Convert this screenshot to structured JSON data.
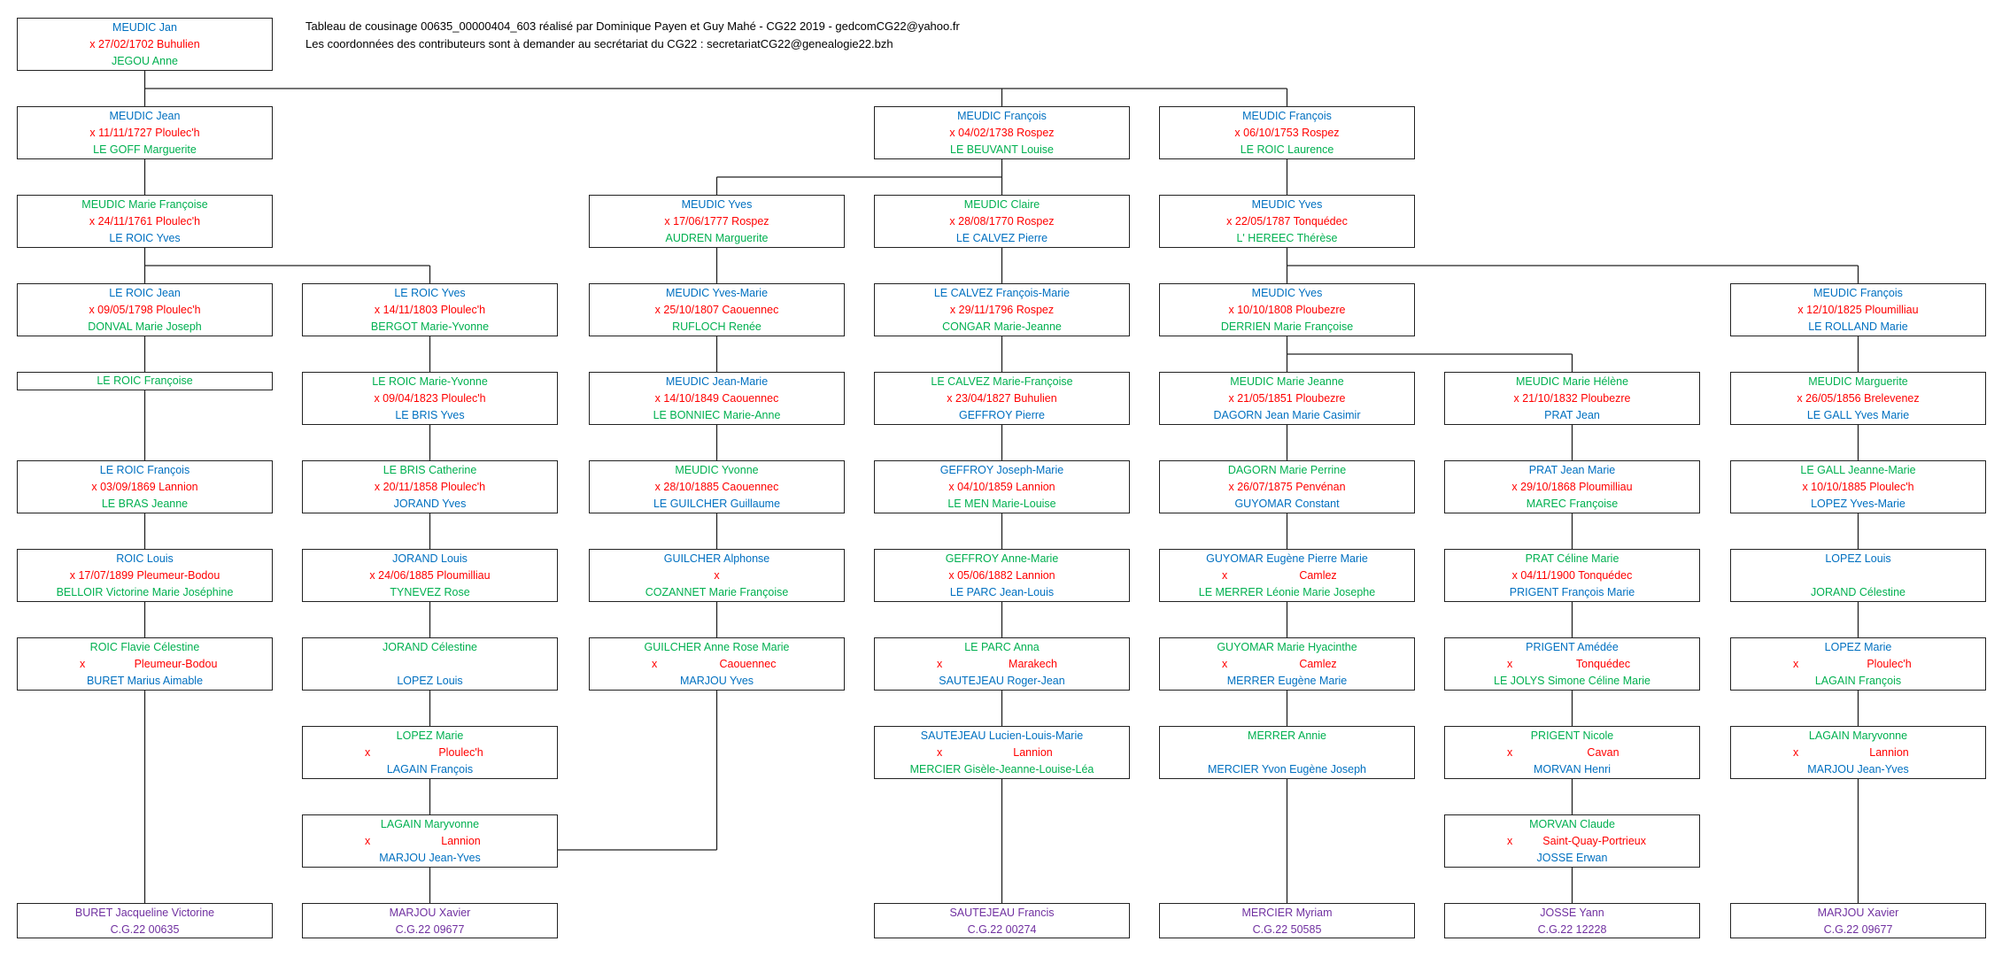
{
  "header": {
    "line1": "Tableau de cousinage 00635_00000404_603 réalisé par Dominique Payen et Guy Mahé - CG22 2019 - gedcomCG22@yahoo.fr",
    "line2": "Les coordonnées des contributeurs sont à demander au secrétariat du CG22 :  secretariatCG22@genealogie22.bzh"
  },
  "colors": {
    "blue": "#0070c0",
    "green": "#00b050",
    "red": "#ff0000",
    "purple": "#7030a0"
  },
  "root": {
    "p1": "MEUDIC Jan",
    "m": "x 27/02/1702 Buhulien",
    "p2": "JEGOU Anne"
  },
  "row2": [
    {
      "p1": "MEUDIC Jean",
      "m": "x 11/11/1727 Ploulec'h",
      "p2": "LE GOFF Marguerite"
    },
    {
      "p1": "MEUDIC François",
      "m": "x 04/02/1738 Rospez",
      "p2": "LE BEUVANT Louise"
    },
    {
      "p1": "MEUDIC François",
      "m": "x 06/10/1753 Rospez",
      "p2": "LE ROIC Laurence"
    }
  ],
  "row3": [
    {
      "p1": "MEUDIC Marie Françoise",
      "m": "x 24/11/1761 Ploulec'h",
      "p2": "LE ROIC Yves"
    },
    {
      "p1": "MEUDIC Yves",
      "m": "x 17/06/1777 Rospez",
      "p2": "AUDREN Marguerite"
    },
    {
      "p1": "MEUDIC Claire",
      "m": "x 28/08/1770 Rospez",
      "p2": "LE CALVEZ Pierre"
    },
    {
      "p1": "MEUDIC Yves",
      "m": "x 22/05/1787 Tonquédec",
      "p2": "L' HEREEC Thérèse"
    }
  ],
  "row4": [
    {
      "p1": "LE ROIC Jean",
      "m": "x 09/05/1798 Ploulec'h",
      "p2": "DONVAL Marie Joseph"
    },
    {
      "p1": "LE ROIC Yves",
      "m": "x 14/11/1803 Ploulec'h",
      "p2": "BERGOT Marie-Yvonne"
    },
    {
      "p1": "MEUDIC Yves-Marie",
      "m": "x 25/10/1807 Caouennec",
      "p2": "RUFLOCH Renée"
    },
    {
      "p1": "LE CALVEZ François-Marie",
      "m": "x 29/11/1796 Rospez",
      "p2": "CONGAR Marie-Jeanne"
    },
    {
      "p1": "MEUDIC Yves",
      "m": "x 10/10/1808 Ploubezre",
      "p2": "DERRIEN Marie Françoise"
    },
    {
      "p1": "MEUDIC François",
      "m": "x 12/10/1825 Ploumilliau",
      "p2": "LE ROLLAND Marie"
    }
  ],
  "row5": [
    {
      "p1": "LE ROIC Françoise"
    },
    {
      "p1": "LE ROIC Marie-Yvonne",
      "m": "x 09/04/1823 Ploulec'h",
      "p2": "LE BRIS Yves"
    },
    {
      "p1": "MEUDIC Jean-Marie",
      "m": "x 14/10/1849 Caouennec",
      "p2": "LE BONNIEC Marie-Anne"
    },
    {
      "p1": "LE CALVEZ Marie-Françoise",
      "m": "x 23/04/1827 Buhulien",
      "p2": "GEFFROY Pierre"
    },
    {
      "p1": "MEUDIC Marie Jeanne",
      "m": "x 21/05/1851 Ploubezre",
      "p2": "DAGORN Jean Marie Casimir"
    },
    {
      "p1": "MEUDIC Marie Hélène",
      "m": "x 21/10/1832 Ploubezre",
      "p2": "PRAT Jean"
    },
    {
      "p1": "MEUDIC Marguerite",
      "m": "x 26/05/1856 Brelevenez",
      "p2": "LE GALL Yves Marie"
    }
  ],
  "row6": [
    {
      "p1": "LE ROIC François",
      "m": "x 03/09/1869 Lannion",
      "p2": "LE BRAS Jeanne"
    },
    {
      "p1": "LE BRIS Catherine",
      "m": "x 20/11/1858 Ploulec'h",
      "p2": "JORAND Yves"
    },
    {
      "p1": "MEUDIC Yvonne",
      "m": "x 28/10/1885 Caouennec",
      "p2": "LE GUILCHER Guillaume"
    },
    {
      "p1": "GEFFROY Joseph-Marie",
      "m": "x 04/10/1859 Lannion",
      "p2": "LE MEN Marie-Louise"
    },
    {
      "p1": "DAGORN Marie Perrine",
      "m": "x 26/07/1875 Penvénan",
      "p2": "GUYOMAR Constant"
    },
    {
      "p1": "PRAT Jean Marie",
      "m": "x 29/10/1868 Ploumilliau",
      "p2": "MAREC Françoise"
    },
    {
      "p1": "LE GALL Jeanne-Marie",
      "m": "x 10/10/1885 Ploulec'h",
      "p2": "LOPEZ Yves-Marie"
    }
  ],
  "row7": [
    {
      "p1": "ROIC Louis",
      "m": "x 17/07/1899 Pleumeur-Bodou",
      "p2": "BELLOIR Victorine Marie Joséphine"
    },
    {
      "p1": "JORAND Louis",
      "m": "x 24/06/1885 Ploumilliau",
      "p2": "TYNEVEZ Rose"
    },
    {
      "p1": "GUILCHER Alphonse",
      "m": "x",
      "p2": "COZANNET Marie Françoise"
    },
    {
      "p1": "GEFFROY Anne-Marie",
      "m": "x 05/06/1882 Lannion",
      "p2": "LE PARC Jean-Louis"
    },
    {
      "p1": "GUYOMAR Eugène Pierre Marie",
      "mx": "x",
      "mp": "Camlez",
      "p2": "LE MERRER Léonie Marie Josephe"
    },
    {
      "p1": "PRAT Céline Marie",
      "m": "x 04/11/1900 Tonquédec",
      "p2": "PRIGENT François Marie"
    },
    {
      "p1": "LOPEZ Louis",
      "m": "",
      "p2": "JORAND Célestine"
    }
  ],
  "row8": [
    {
      "p1": "ROIC Flavie Célestine",
      "mx": "x",
      "mp": "Pleumeur-Bodou",
      "p2": "BURET Marius Aimable"
    },
    {
      "p1": "JORAND Célestine",
      "m": "",
      "p2": "LOPEZ Louis"
    },
    {
      "p1": "GUILCHER Anne Rose Marie",
      "mx": "x",
      "mp": "Caouennec",
      "p2": "MARJOU Yves"
    },
    {
      "p1": "LE PARC Anna",
      "mx": "x",
      "mp": "Marakech",
      "p2": "SAUTEJEAU Roger-Jean"
    },
    {
      "p1": "GUYOMAR Marie Hyacinthe",
      "mx": "x",
      "mp": "Camlez",
      "p2": "MERRER Eugène Marie"
    },
    {
      "p1": "PRIGENT Amédée",
      "mx": "x",
      "mp": "Tonquédec",
      "p2": "LE JOLYS Simone Céline Marie"
    },
    {
      "p1": "LOPEZ Marie",
      "mx": "x",
      "mp": "Ploulec'h",
      "p2": "LAGAIN François"
    }
  ],
  "row9": [
    {
      "p1": "LOPEZ Marie",
      "mx": "x",
      "mp": "Ploulec'h",
      "p2": "LAGAIN François"
    },
    {
      "p1": "SAUTEJEAU Lucien-Louis-Marie",
      "mx": "x",
      "mp": "Lannion",
      "p2": "MERCIER Gisèle-Jeanne-Louise-Léa"
    },
    {
      "p1": "MERRER Annie",
      "m": "",
      "p2": "MERCIER Yvon Eugène Joseph"
    },
    {
      "p1": "PRIGENT Nicole",
      "mx": "x",
      "mp": "Cavan",
      "p2": "MORVAN Henri"
    },
    {
      "p1": "LAGAIN Maryvonne",
      "mx": "x",
      "mp": "Lannion",
      "p2": "MARJOU Jean-Yves"
    }
  ],
  "row10": [
    {
      "p1": "LAGAIN Maryvonne",
      "mx": "x",
      "mp": "Lannion",
      "p2": "MARJOU Jean-Yves"
    },
    {
      "p1": "MORVAN Claude",
      "mx": "x",
      "mp": "Saint-Quay-Portrieux",
      "p2": "JOSSE Erwan"
    }
  ],
  "final": [
    {
      "name": "BURET Jacqueline Victorine",
      "code": "C.G.22 00635"
    },
    {
      "name": "MARJOU Xavier",
      "code": "C.G.22 09677"
    },
    {
      "name": "SAUTEJEAU Francis",
      "code": "C.G.22 00274"
    },
    {
      "name": "MERCIER Myriam",
      "code": "C.G.22 50585"
    },
    {
      "name": "JOSSE Yann",
      "code": "C.G.22 12228"
    },
    {
      "name": "MARJOU Xavier",
      "code": "C.G.22 09677"
    }
  ]
}
